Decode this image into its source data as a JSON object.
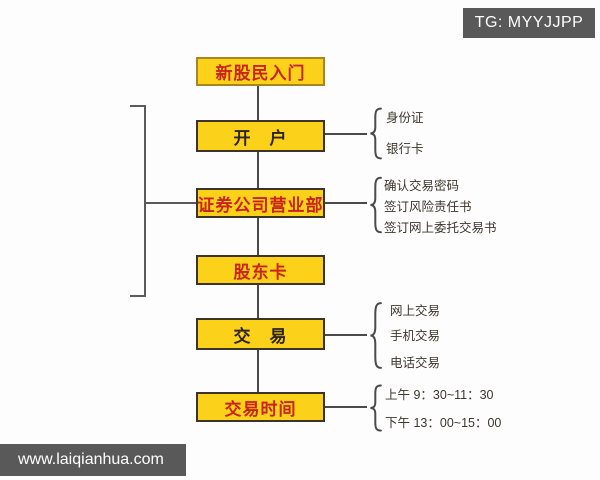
{
  "watermarks": {
    "top_right": "TG: MYYJJPP",
    "bottom_left": "www.laiqianhua.com"
  },
  "colors": {
    "box_fill": "#fcd119",
    "box_border": "#3c3428",
    "title_box_border": "#a8861d",
    "red_text": "#c8241a",
    "dark_text": "#2d251d",
    "line": "#4a4a4a",
    "watermark_bg": "#595959"
  },
  "flow": {
    "nodes": [
      "新股民入门",
      "开　户",
      "证券公司营业部",
      "股东卡",
      "交　易",
      "交易时间"
    ],
    "annotation_groups": [
      {
        "items": [
          "身份证",
          "银行卡"
        ]
      },
      {
        "items": [
          "确认交易密码",
          "签订风险责任书",
          "签订网上委托交易书"
        ]
      },
      {
        "items": [
          "网上交易",
          "手机交易",
          "电话交易"
        ]
      },
      {
        "items": [
          "上午 9：30~11：30",
          "下午 13：00~15：00"
        ]
      }
    ]
  }
}
